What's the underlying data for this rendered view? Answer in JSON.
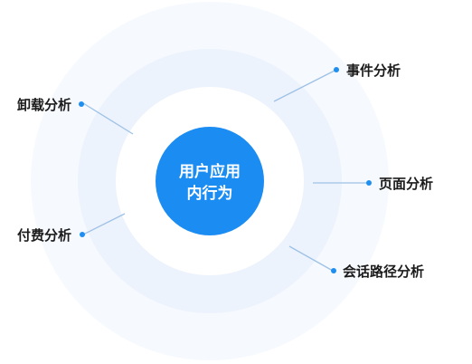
{
  "center": {
    "line1": "用户应用",
    "line2": "内行为"
  },
  "nodes": {
    "event": "事件分析",
    "page": "页面分析",
    "session_path": "会话路径分析",
    "uninstall": "卸载分析",
    "payment": "付费分析"
  },
  "colors": {
    "core": "#1a8cf2",
    "ring_outer": "#f6f9fe",
    "ring_mid": "#edf3fc",
    "connector": "#9ec1e6",
    "dot": "#1e8ff0",
    "label": "#1b1b1b"
  }
}
